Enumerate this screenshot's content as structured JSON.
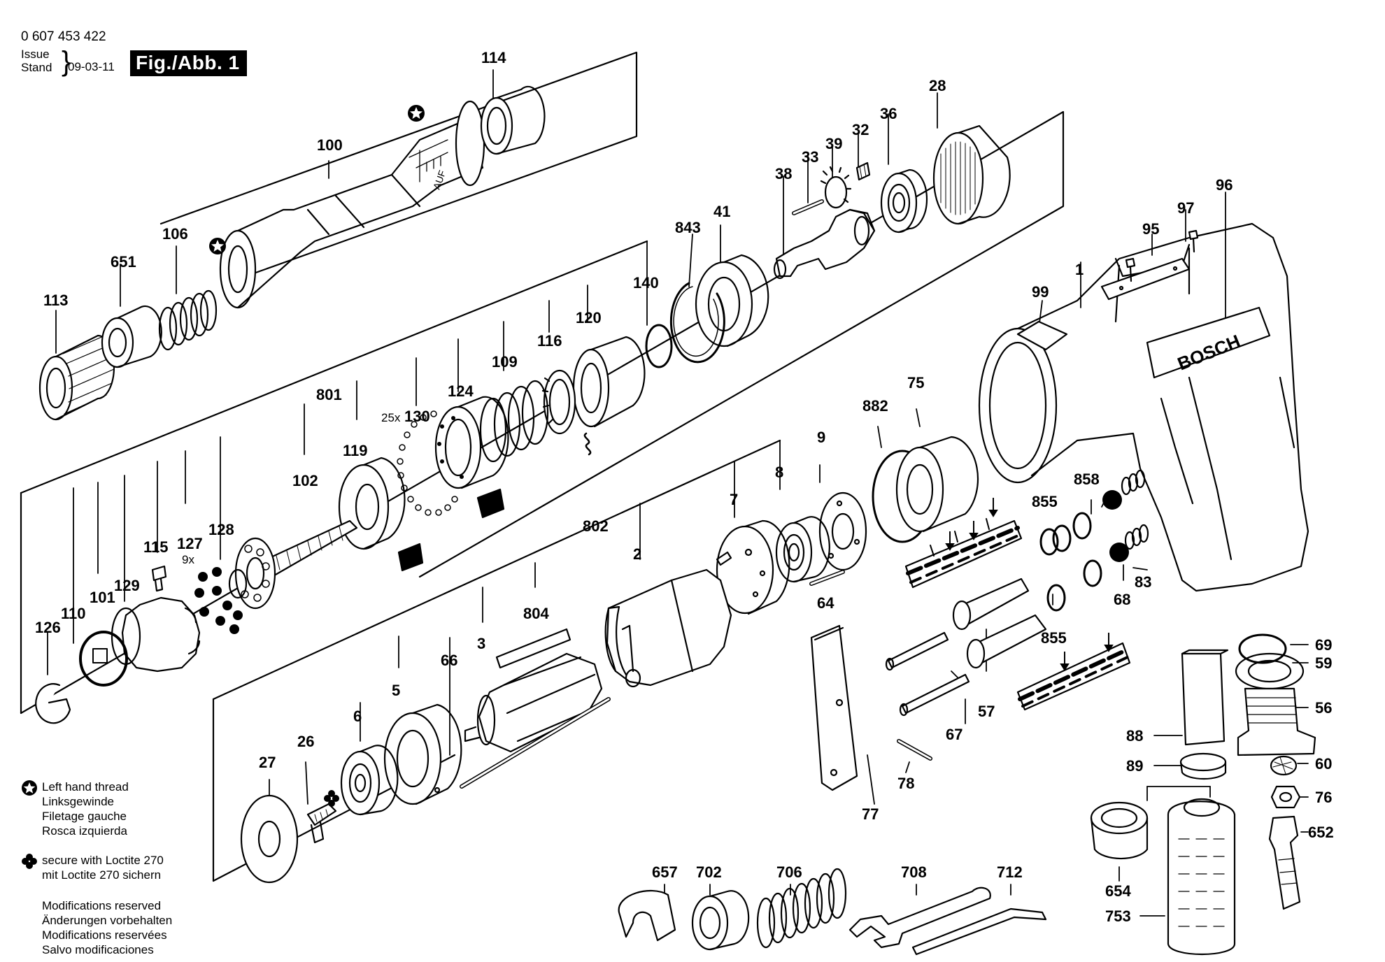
{
  "header": {
    "doc_number": "0 607 453 422",
    "issue_label": "Issue",
    "stand_label": "Stand",
    "date": "09-03-11",
    "figure": "Fig./Abb. 1"
  },
  "legend": {
    "left_hand_thread": [
      "Left hand thread",
      "Linksgewinde",
      "Filetage gauche",
      "Rosca izquierda"
    ],
    "loctite": [
      "secure with Loctite 270",
      "mit Loctite 270 sichern"
    ],
    "modifications": [
      "Modifications reserved",
      "Änderungen vorbehalten",
      "Modifications reservées",
      "Salvo modificaciones"
    ],
    "icons": {
      "left_hand_thread": "star-circle-icon",
      "loctite": "clover-icon"
    }
  },
  "product_labels": {
    "brand": "BOSCH",
    "marking": "AUF"
  },
  "qty_labels": {
    "q130": "25x",
    "q127": "9x"
  },
  "callouts": {
    "p114": "114",
    "p100": "100",
    "p106": "106",
    "p651": "651",
    "p113": "113",
    "p28": "28",
    "p36": "36",
    "p32": "32",
    "p39": "39",
    "p33": "33",
    "p38": "38",
    "p41": "41",
    "p843": "843",
    "p140": "140",
    "p120": "120",
    "p116": "116",
    "p109": "109",
    "p124": "124",
    "p130": "130",
    "p801": "801",
    "p119": "119",
    "p102": "102",
    "p128": "128",
    "p127": "127",
    "p115": "115",
    "p129": "129",
    "p101": "101",
    "p110": "110",
    "p126": "126",
    "p96": "96",
    "p97": "97",
    "p95": "95",
    "p99": "99",
    "p1": "1",
    "p75": "75",
    "p882": "882",
    "p9": "9",
    "p8": "8",
    "p7": "7",
    "p802": "802",
    "p2": "2",
    "p804": "804",
    "p3": "3",
    "p66": "66",
    "p5": "5",
    "p6": "6",
    "p64": "64",
    "p858": "858",
    "p855a": "855",
    "p68": "68",
    "p83": "83",
    "p855b": "855",
    "p57": "57",
    "p67": "67",
    "p69": "69",
    "p59": "59",
    "p56": "56",
    "p88": "88",
    "p89": "89",
    "p60": "60",
    "p76": "76",
    "p652": "652",
    "p654": "654",
    "p753": "753",
    "p77": "77",
    "p78": "78",
    "p27": "27",
    "p26": "26",
    "p657": "657",
    "p702": "702",
    "p706": "706",
    "p708": "708",
    "p712": "712"
  }
}
